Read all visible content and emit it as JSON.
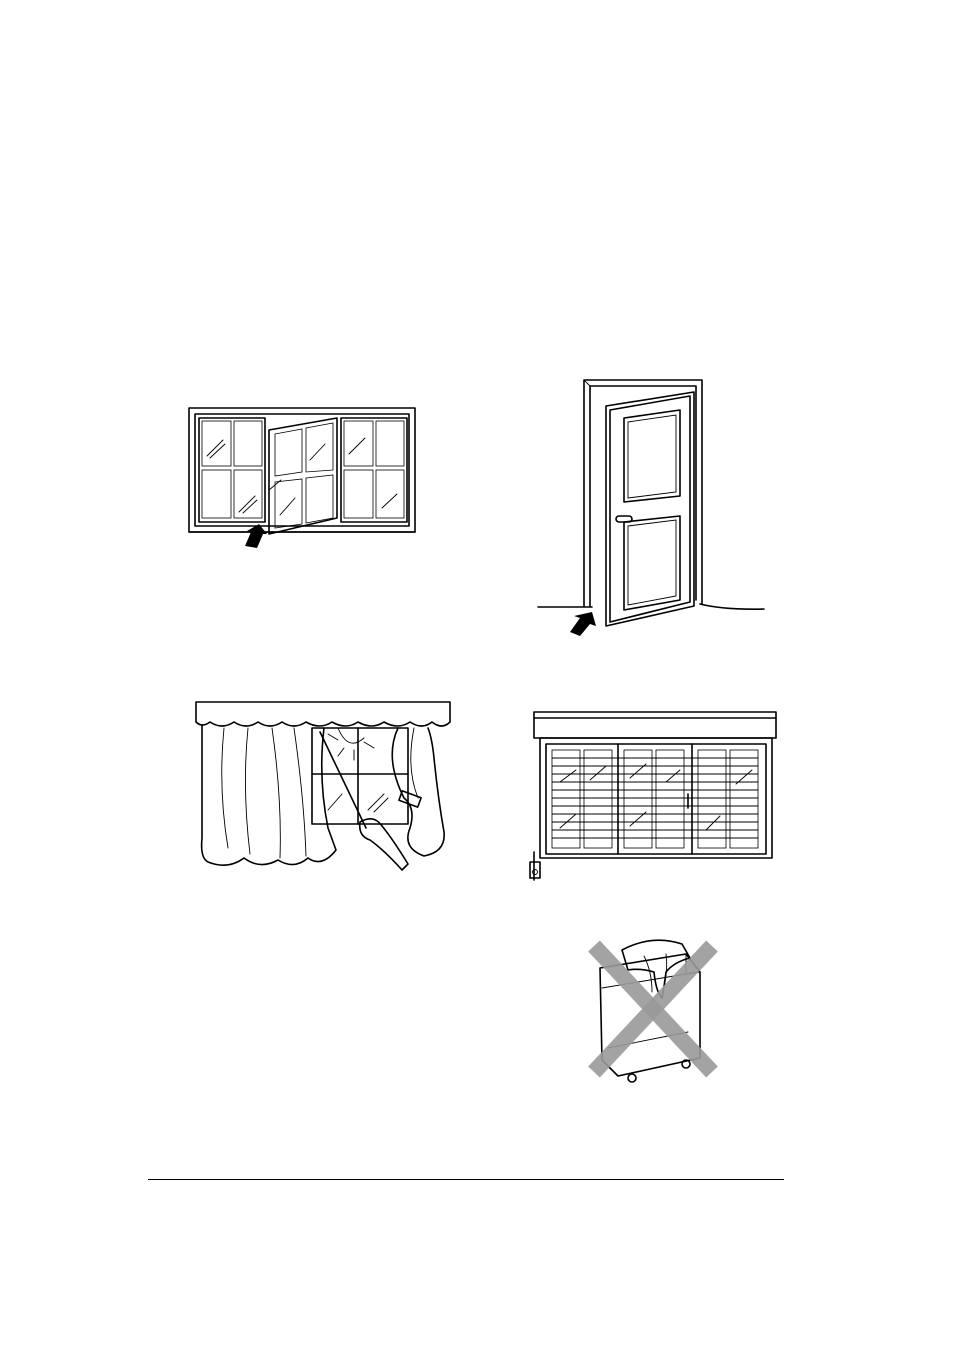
{
  "figures": [
    {
      "name": "open-window",
      "icon": "open-window-icon"
    },
    {
      "name": "open-door",
      "icon": "open-door-icon"
    },
    {
      "name": "drawn-curtains",
      "icon": "curtain-icon"
    },
    {
      "name": "closed-blinds",
      "icon": "blinds-icon"
    },
    {
      "name": "covered-unit-prohibited",
      "icon": "prohibited-cross-icon"
    }
  ],
  "colors": {
    "line": "#000000",
    "cross": "#9a9a9a",
    "background": "#ffffff"
  }
}
